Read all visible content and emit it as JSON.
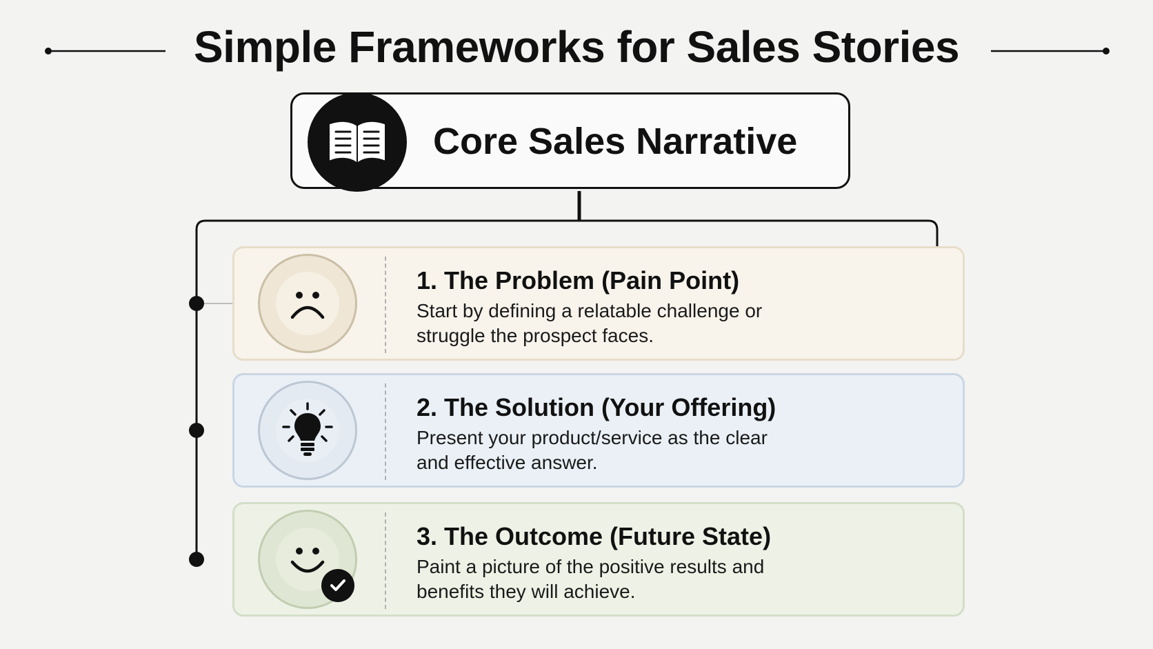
{
  "title": "Simple Frameworks for Sales Stories",
  "core": {
    "label": "Core Sales Narrative",
    "icon": "open-book-icon"
  },
  "steps": [
    {
      "title": "1. The Problem (Pain Point)",
      "description": "Start by defining a relatable challenge or struggle the prospect faces.",
      "icon": "sad-face-icon",
      "color": "#f8f4ec"
    },
    {
      "title": "2. The Solution (Your Offering)",
      "description": "Present your product/service as the clear and effective answer.",
      "icon": "lightbulb-icon",
      "color": "#eaf0f6"
    },
    {
      "title": "3. The Outcome (Future State)",
      "description": "Paint a picture of the positive results and benefits they will achieve.",
      "icon": "smiley-face-icon",
      "badge_icon": "checkmark-icon",
      "color": "#eef2e6"
    }
  ]
}
